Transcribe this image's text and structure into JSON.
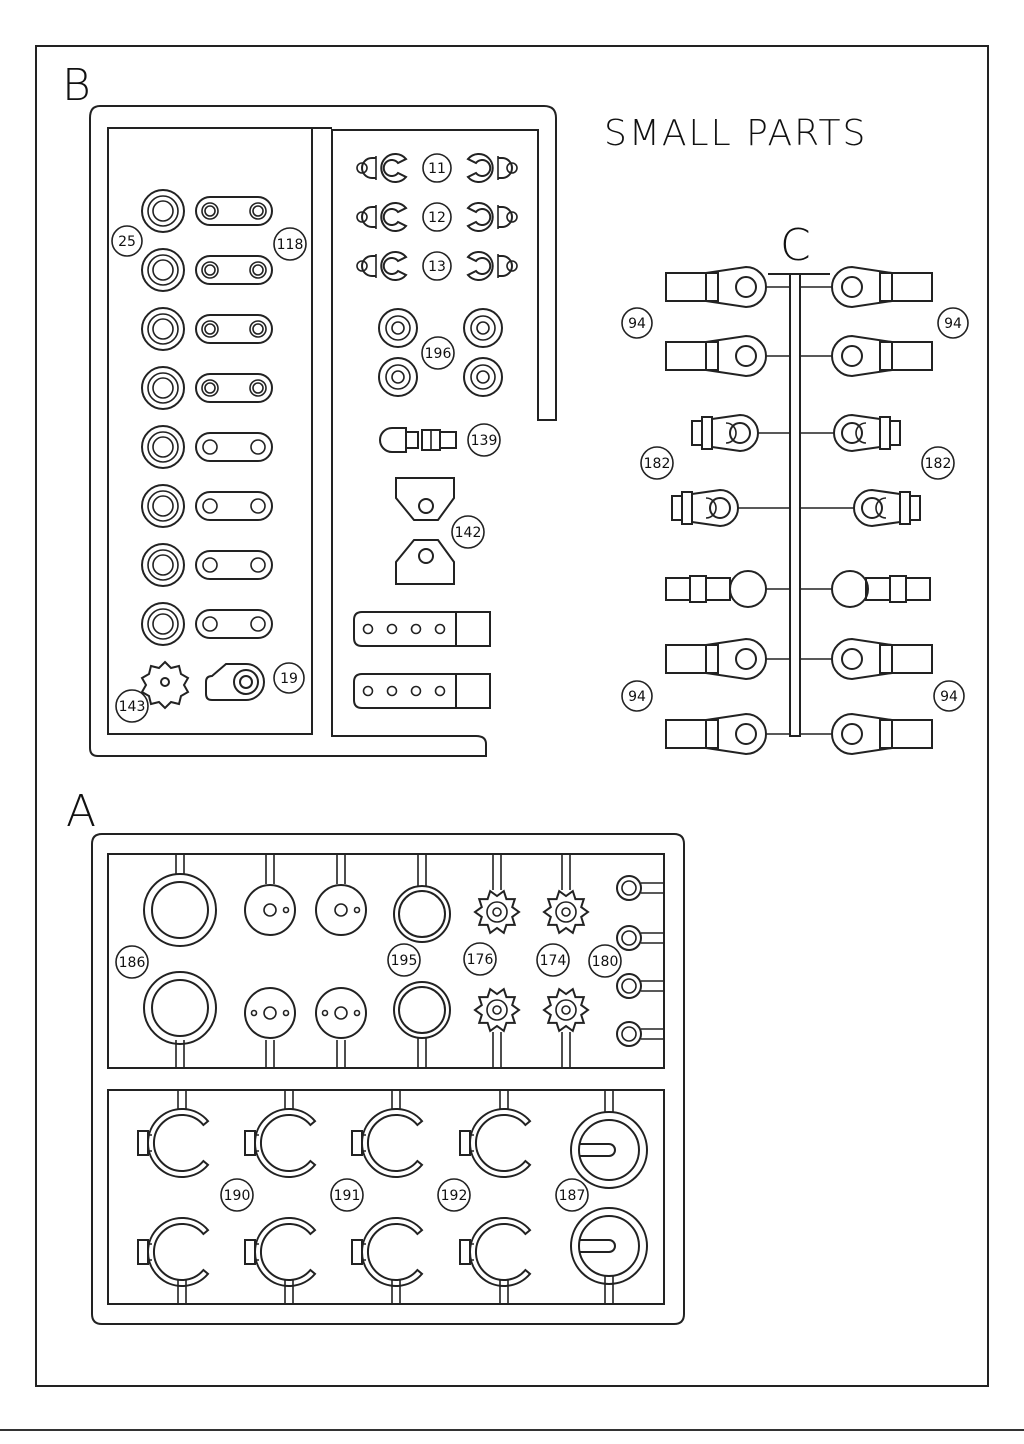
{
  "title": "SMALL PARTS",
  "sprue_letters": {
    "b": "B",
    "c": "C",
    "a": "A"
  },
  "part_numbers": {
    "p25": "25",
    "p118": "118",
    "p143": "143",
    "p19": "19",
    "p11": "11",
    "p12": "12",
    "p13": "13",
    "p196": "196",
    "p139": "139",
    "p142": "142",
    "p94_a": "94",
    "p94_b": "94",
    "p94_c": "94",
    "p94_d": "94",
    "p182_a": "182",
    "p182_b": "182",
    "p186": "186",
    "p195": "195",
    "p176": "176",
    "p174": "174",
    "p180": "180",
    "p190": "190",
    "p191": "191",
    "p192": "192",
    "p187": "187"
  }
}
